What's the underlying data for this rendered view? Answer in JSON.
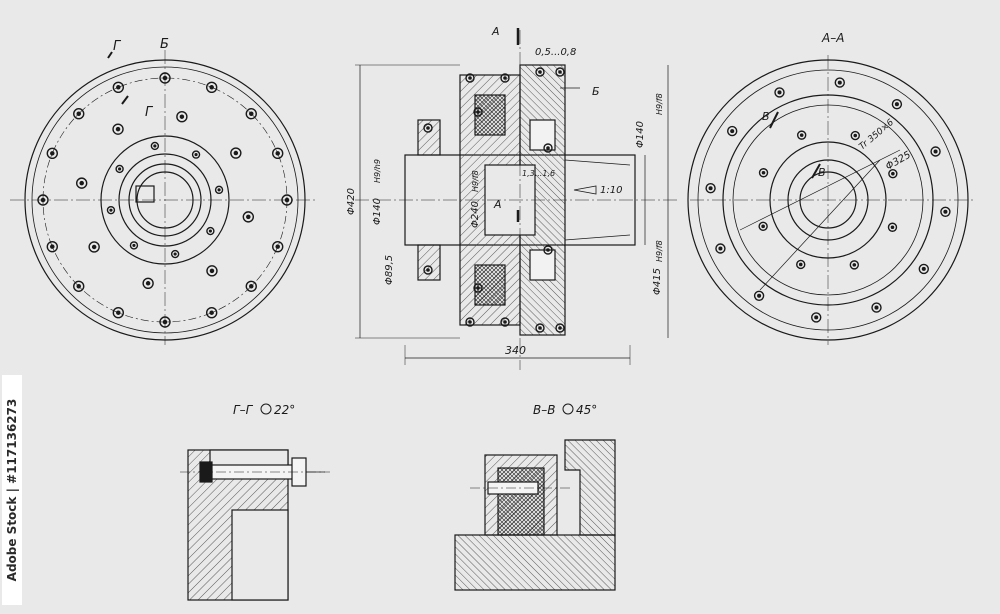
{
  "drawing": {
    "left_view_labels": {
      "cut_g": "Г",
      "cut_b": "Б",
      "cut_g2": "Г"
    },
    "center_view_labels": {
      "section_a_top": "А",
      "section_a_mid": "А",
      "gap_dim": "0,5...0,8",
      "arrow_b": "Б",
      "dia_420": "Φ420",
      "dia_140_left": "Φ140",
      "fit_h9_h9": "H9/h9",
      "dia_240": "Φ240",
      "fit_h9_f8_a": "H9/f8",
      "dia_89_5": "Φ89,5",
      "dim_1_6": "1,3...1,6",
      "taper": "1:10",
      "dia_140_right": "Φ140",
      "fit_h9_f8_b": "H9/f8",
      "dia_415": "Φ415",
      "fit_h9_f8_c": "H9/f8",
      "len_340": "340"
    },
    "right_view_labels": {
      "title": "А–А",
      "section_v1": "В",
      "section_v2": "В",
      "thread": "Tr 350×6",
      "dia_325": "Φ325"
    },
    "sections": {
      "gg_title": "Г–Г",
      "gg_angle": "22°",
      "vv_title": "В–В",
      "vv_angle": "45°"
    }
  },
  "watermark": {
    "side_text": "Adobe Stock | #117136273"
  }
}
